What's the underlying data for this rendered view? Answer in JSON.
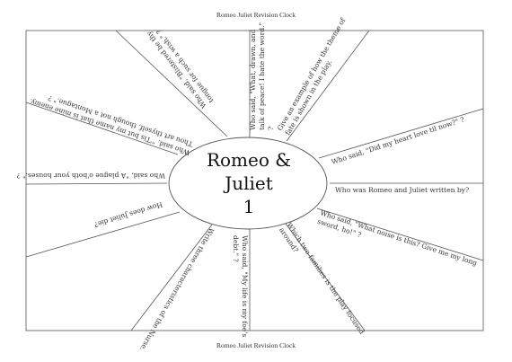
{
  "header_title": "Romeo Juliet Revision Clock",
  "footer_title": "Romeo Juliet Revision Clock",
  "center": {
    "line1": "Romeo &",
    "line2": "Juliet",
    "line3": "1"
  },
  "questions": {
    "q1": [
      "Who said, \"What, drawn, and",
      "talk of peace! I hate the word.\"",
      "?"
    ],
    "q2": [
      "Give an example of how the theme of",
      "fate is shown in the play."
    ],
    "q3": [
      "Who said, \"Did my heart love til now?\" ?"
    ],
    "q4": [
      "Who was Romeo and Juliet written by?"
    ],
    "q5": [
      "Who said, \"What noise is this? Give me my long",
      "sword, ho!\" ?"
    ],
    "q6": [
      "Which two families is the play focused",
      "around?"
    ],
    "q7": [
      "Who said, \"My life is my foe's",
      "debt.\" ?"
    ],
    "q8": [
      "Write three characteristics of the Nurse."
    ],
    "q9": [
      "How does Juliet die?"
    ],
    "q10": [
      "Who said, \"A plague o'both your houses.\" ?"
    ],
    "q11": [
      "Who said, \"'Tis but my name that is mine enemy.",
      "Thou art thyself, though not a Montague.\" ?"
    ],
    "q12": [
      "Who said, \"Blistered be thy",
      "tongue for such a wish.\" ?"
    ]
  }
}
